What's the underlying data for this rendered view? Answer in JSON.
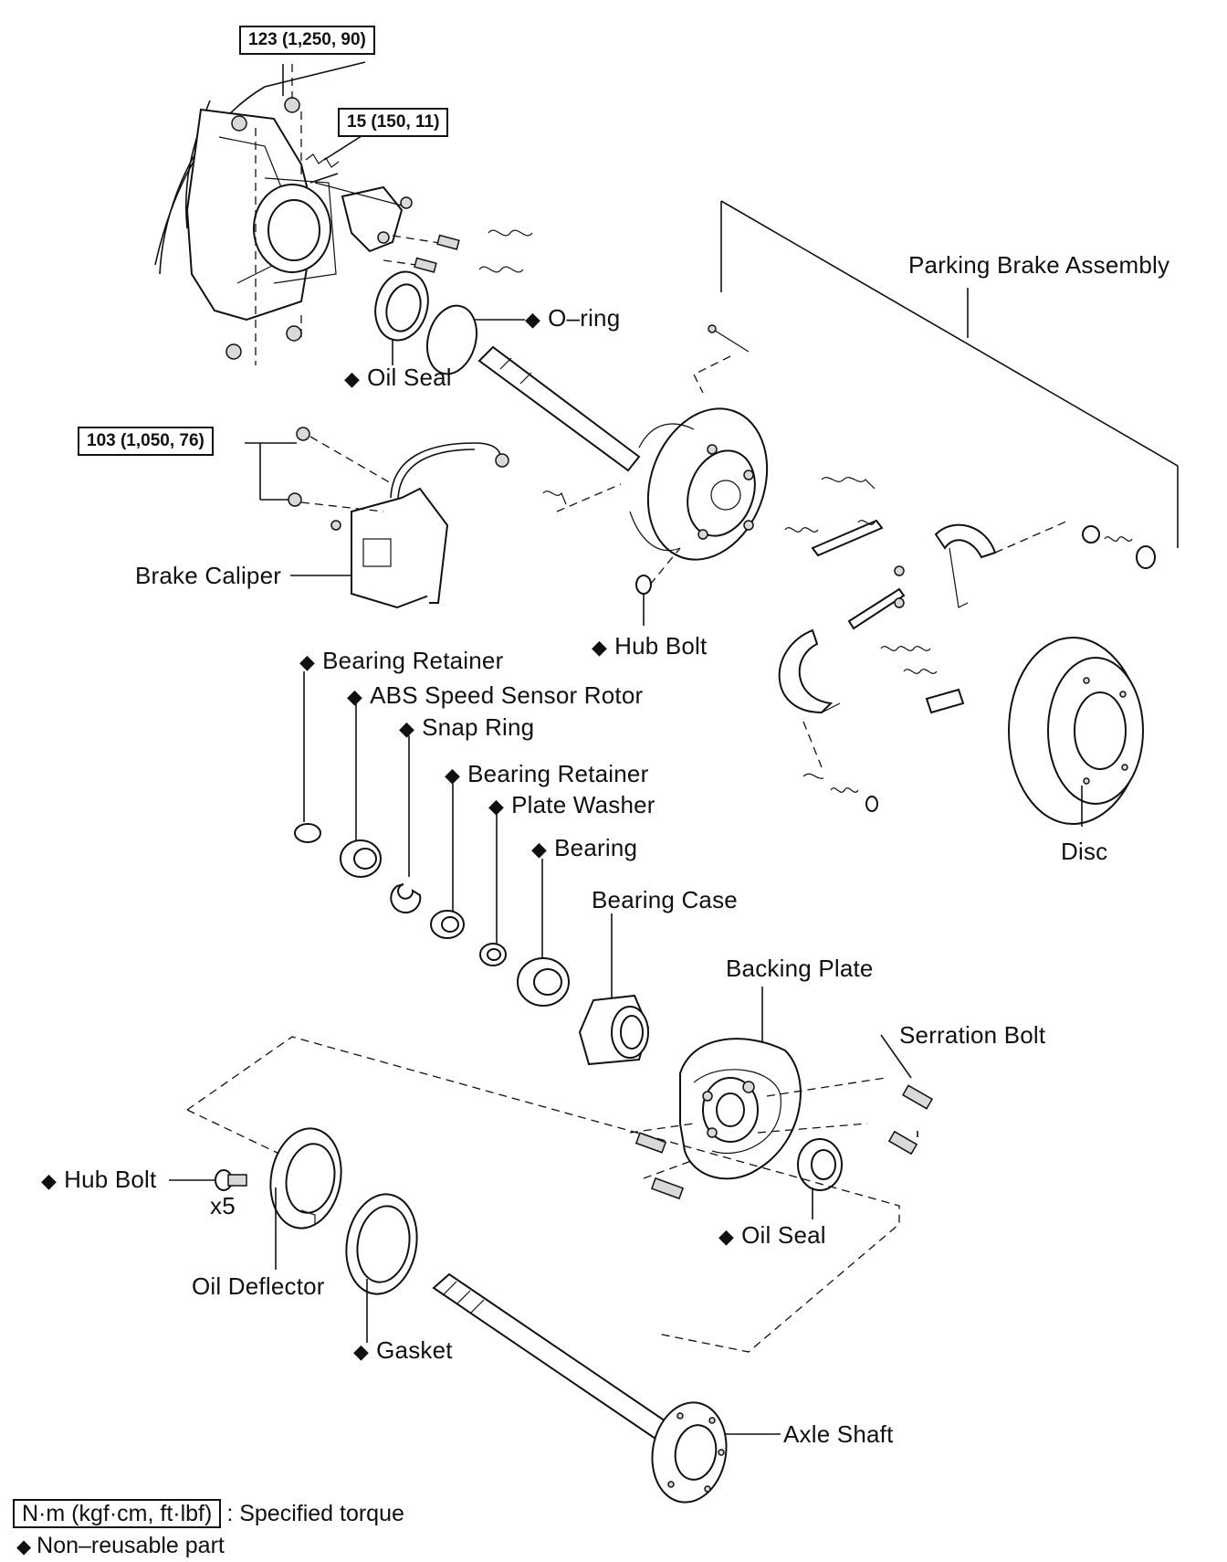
{
  "torque_specs": {
    "t1": "123 (1,250, 90)",
    "t2": "15 (150, 11)",
    "t3": "103 (1,050, 76)"
  },
  "labels": {
    "parking_brake_assembly": "Parking Brake Assembly",
    "o_ring": "O–ring",
    "oil_seal_top": "Oil Seal",
    "brake_caliper": "Brake Caliper",
    "hub_bolt_top": "Hub Bolt",
    "bearing_retainer_1": "Bearing Retainer",
    "abs_rotor": "ABS Speed Sensor Rotor",
    "snap_ring": "Snap Ring",
    "bearing_retainer_2": "Bearing Retainer",
    "plate_washer": "Plate Washer",
    "bearing": "Bearing",
    "bearing_case": "Bearing Case",
    "disc": "Disc",
    "backing_plate": "Backing Plate",
    "serration_bolt": "Serration Bolt",
    "hub_bolt_bottom": "Hub Bolt",
    "x5": "x5",
    "oil_deflector": "Oil Deflector",
    "oil_seal_bottom": "Oil Seal",
    "gasket": "Gasket",
    "axle_shaft": "Axle Shaft"
  },
  "legend": {
    "torque_unit": "N·m (kgf·cm, ft·lbf)",
    "torque_desc": ": Specified torque",
    "non_reusable": "Non–reusable part"
  },
  "icons": {
    "diamond": "◆"
  }
}
